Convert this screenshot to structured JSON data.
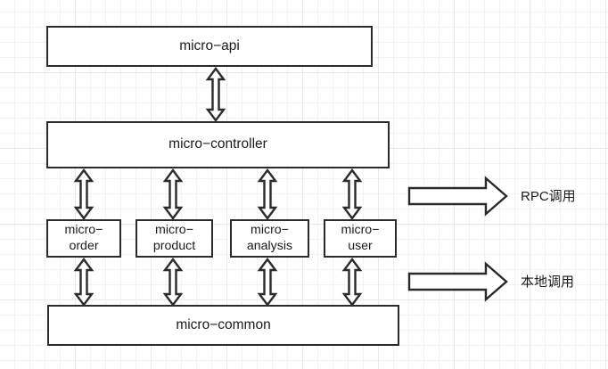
{
  "diagram": {
    "title": "microservice-architecture-diagram",
    "background": {
      "grid_minor_color": "#f4f4f4",
      "grid_major_color": "#e9e9e9",
      "page_color": "#ffffff"
    },
    "stroke_color": "#2b2b2b",
    "fill_color": "#ffffff",
    "nodes": {
      "api": {
        "label": "micro−api"
      },
      "controller": {
        "label": "micro−controller"
      },
      "common": {
        "label": "micro−common"
      },
      "services": [
        {
          "line1": "micro−",
          "line2": "order"
        },
        {
          "line1": "micro−",
          "line2": "product"
        },
        {
          "line1": "micro−",
          "line2": "analysis"
        },
        {
          "line1": "micro−",
          "line2": "user"
        }
      ]
    },
    "legend": [
      {
        "label": "RPC调用",
        "icon": "right-arrow-icon"
      },
      {
        "label": "本地调用",
        "icon": "right-arrow-icon"
      }
    ],
    "connectors": {
      "style": "hollow-double-headed-arrow",
      "api_to_controller": 1,
      "controller_to_services": 4,
      "services_to_common": 4
    }
  }
}
